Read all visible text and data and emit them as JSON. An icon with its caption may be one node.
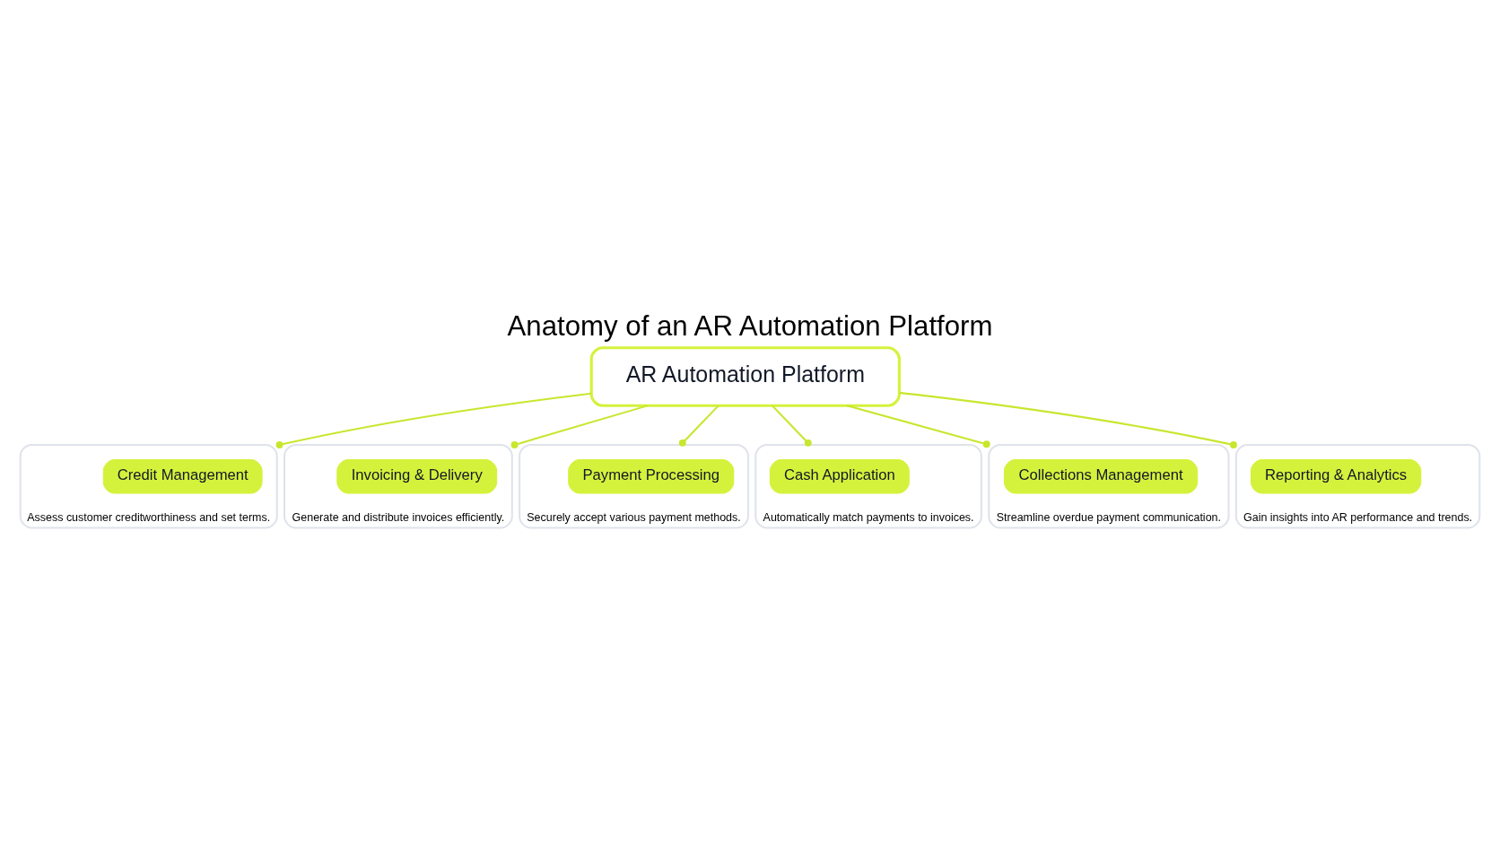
{
  "diagram": {
    "title": "Anatomy of an AR Automation Platform",
    "nodes": [
      {
        "text": [
          "AR Automation Platform"
        ]
      },
      {
        "text": [
          "Assess customer creditworthiness and set terms."
        ]
      },
      {
        "text": [
          "Credit Management"
        ],
        "in": 1
      },
      {
        "text": [
          "Generate and distribute invoices efficiently."
        ]
      },
      {
        "text": [
          "Invoicing & Delivery"
        ],
        "in": 3
      },
      {
        "text": [
          "Securely accept various payment methods."
        ]
      },
      {
        "text": [
          "Payment Processing"
        ],
        "in": 5
      },
      {
        "text": [
          "Automatically match payments to invoices."
        ]
      },
      {
        "text": [
          "Cash Application"
        ],
        "in": 7
      },
      {
        "text": [
          "Streamline overdue payment communication."
        ]
      },
      {
        "text": [
          "Collections Management"
        ],
        "in": 9
      },
      {
        "text": [
          "Gain insights into AR performance and trends."
        ]
      },
      {
        "text": [
          "Reporting & Analytics"
        ],
        "in": 11
      }
    ],
    "edges": [
      {
        "from": 0,
        "to": 1,
        "arrow": "other"
      },
      {
        "from": 0,
        "to": 3,
        "arrow": "other"
      },
      {
        "from": 0,
        "to": 5,
        "arrow": "other"
      },
      {
        "from": 0,
        "to": 7,
        "arrow": "other"
      },
      {
        "from": 0,
        "to": 9,
        "arrow": "other"
      },
      {
        "from": 0,
        "to": 11,
        "arrow": "other"
      }
    ]
  }
}
